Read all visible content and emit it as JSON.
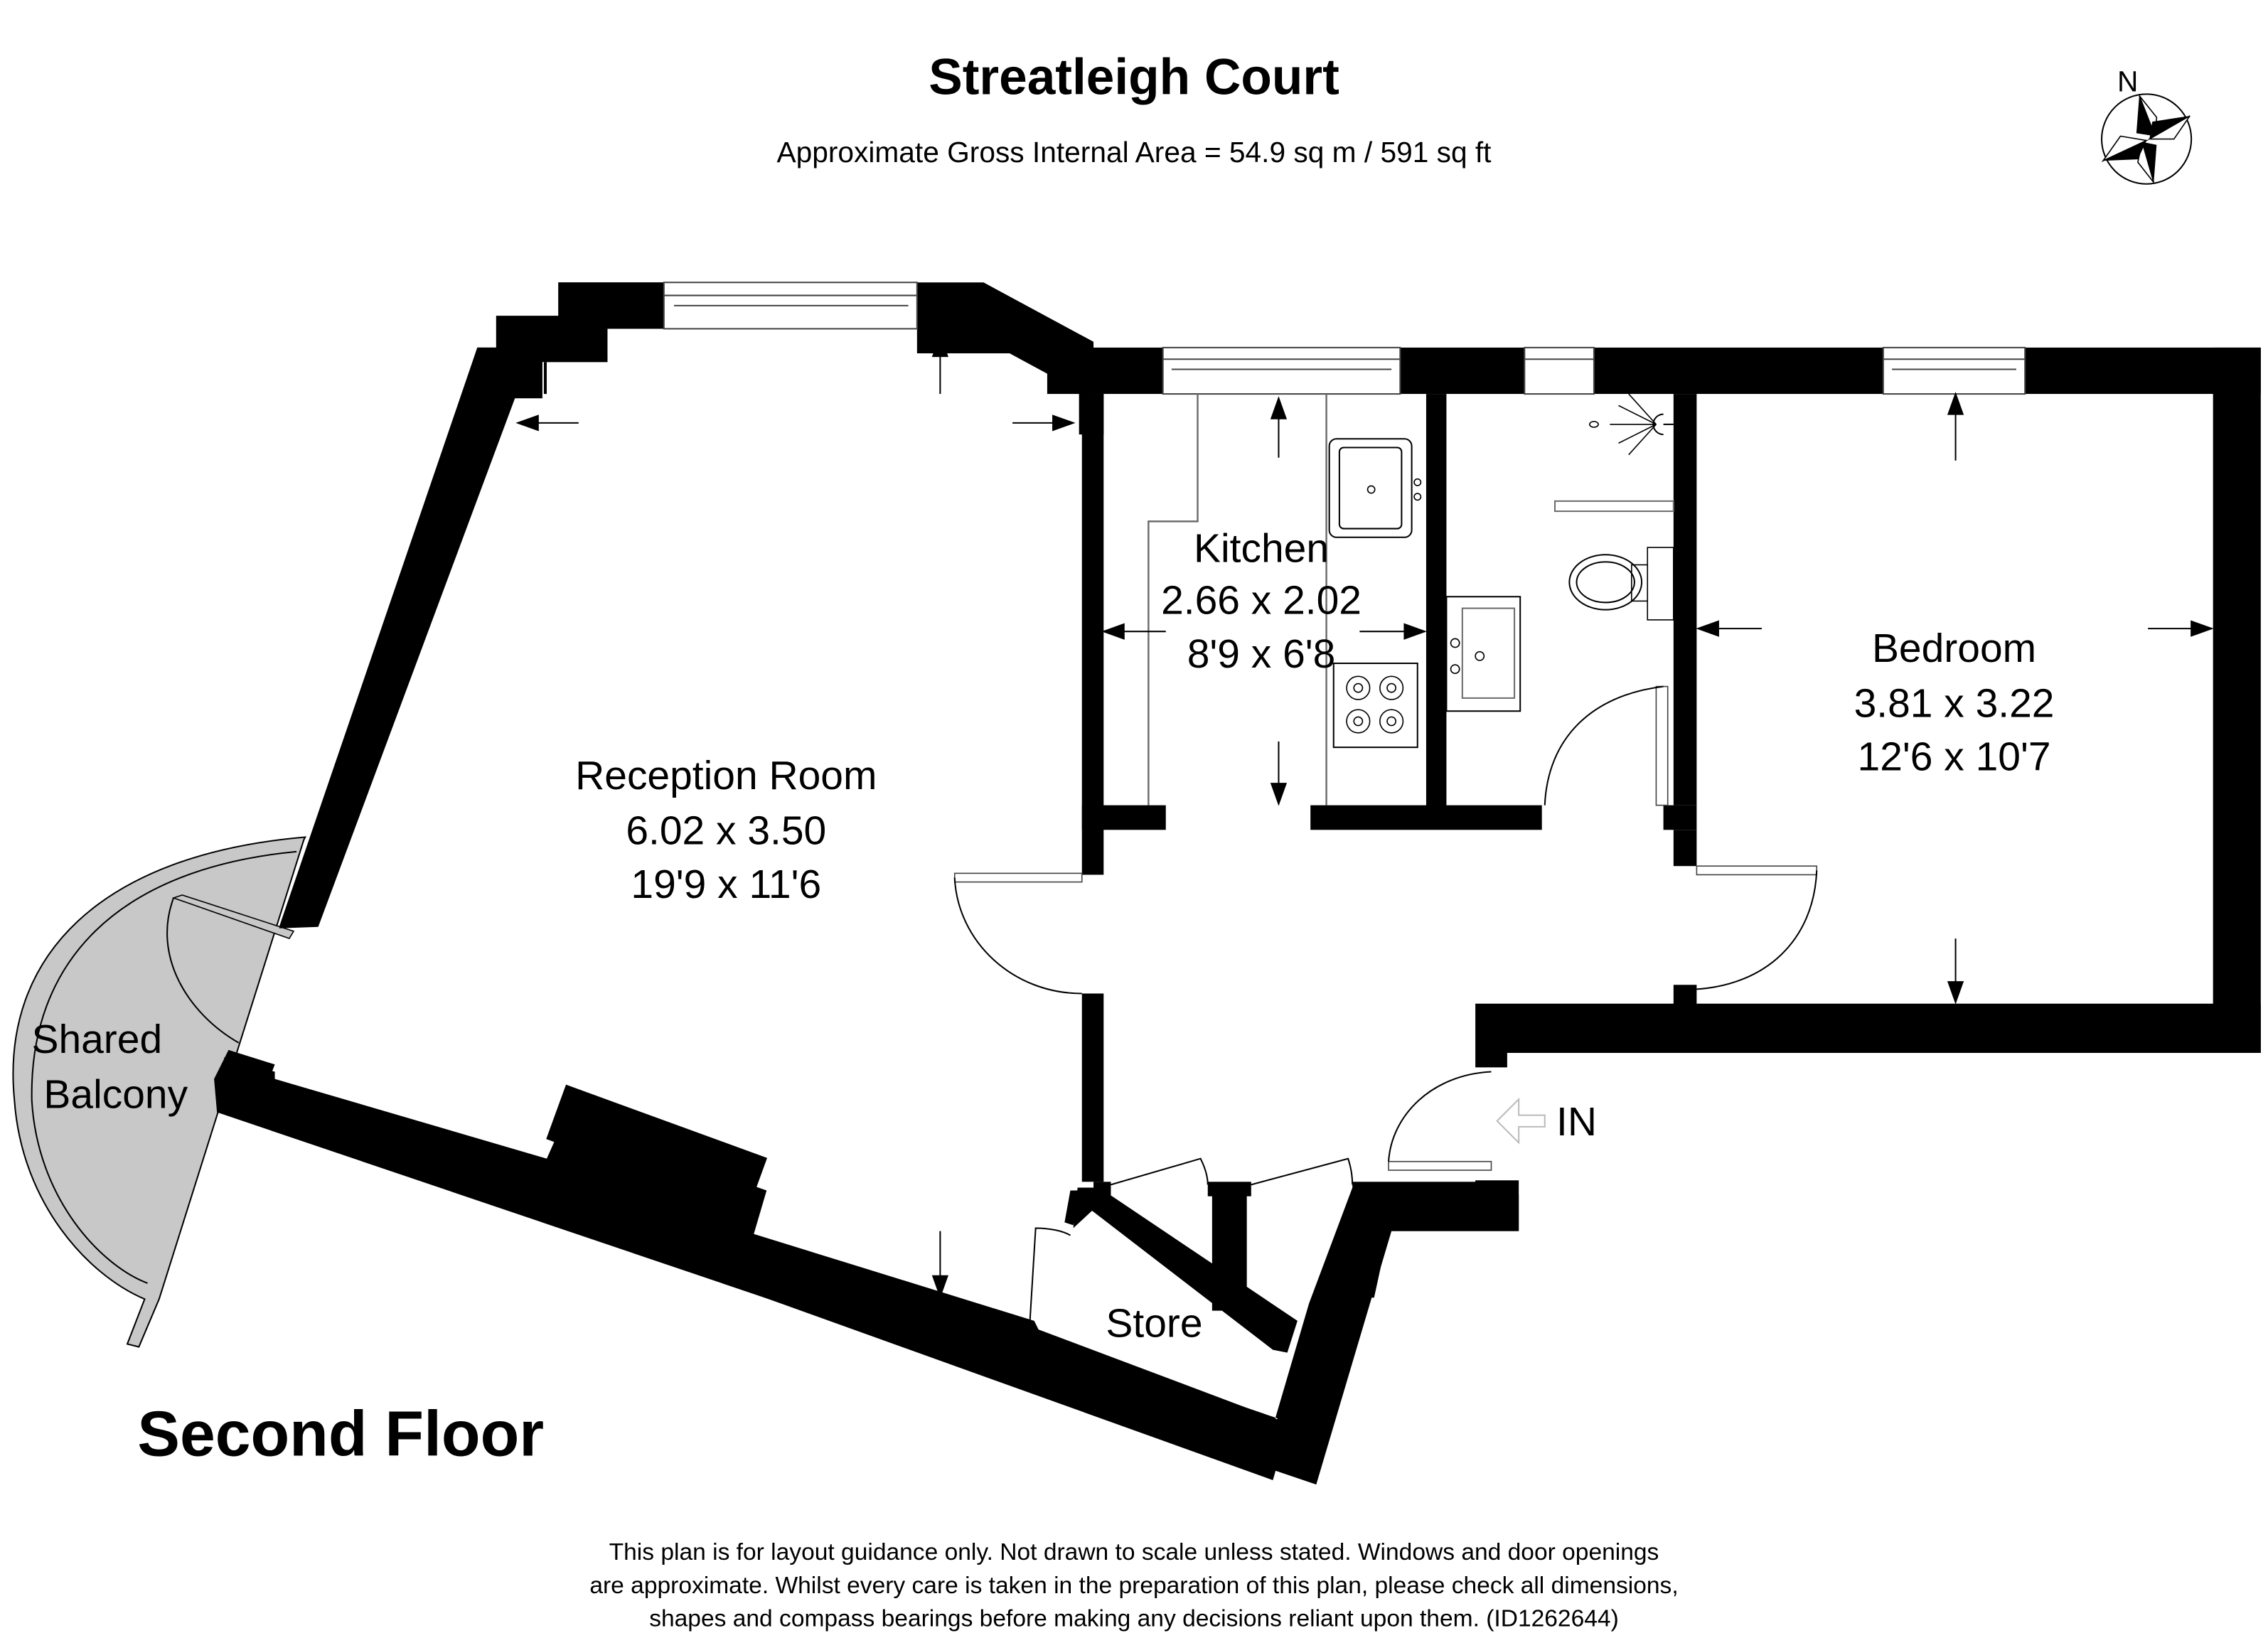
{
  "header": {
    "title": "Streatleigh Court",
    "subtitle": "Approximate Gross Internal Area = 54.9 sq m / 591 sq ft"
  },
  "compass": {
    "label": "N",
    "icon": "compass-rose-icon"
  },
  "floor_label": "Second Floor",
  "rooms": {
    "reception": {
      "name": "Reception Room",
      "metric": "6.02 x 3.50",
      "imperial": "19'9 x 11'6"
    },
    "kitchen": {
      "name": "Kitchen",
      "metric": "2.66 x 2.02",
      "imperial": "8'9 x 6'8"
    },
    "bedroom": {
      "name": "Bedroom",
      "metric": "3.81 x 3.22",
      "imperial": "12'6 x 10'7"
    },
    "store": {
      "name": "Store"
    },
    "balcony": {
      "line1": "Shared",
      "line2": "Balcony"
    }
  },
  "entrance": {
    "label": "IN",
    "icon": "entrance-arrow-icon"
  },
  "disclaimer": {
    "line1": "This plan is for layout guidance only. Not drawn to scale unless stated. Windows and door openings",
    "line2": "are approximate. Whilst every care is taken in the preparation of this plan, please check all dimensions,",
    "line3": "shapes and compass bearings before making any decisions reliant upon them. (ID1262644)"
  },
  "colors": {
    "wall": "#000000",
    "balcony_fill": "#c8c8c8",
    "background": "#ffffff",
    "fixture_line": "#6b6b6b"
  }
}
